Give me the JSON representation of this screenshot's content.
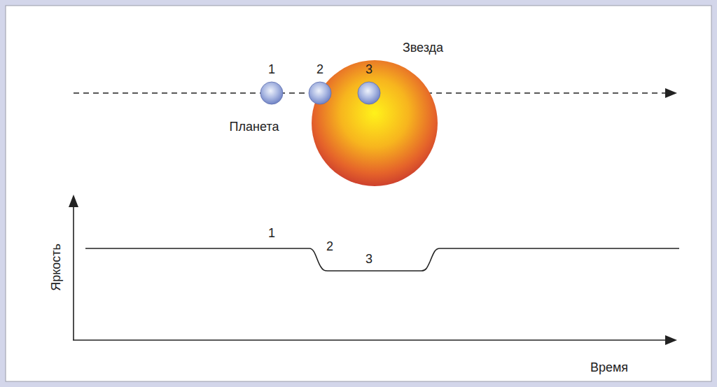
{
  "diagram": {
    "labels": [
      "Звезда",
      "1",
      "2",
      "3",
      "Планета",
      "1",
      "2",
      "3",
      "Яркость",
      "Время"
    ]
  }
}
